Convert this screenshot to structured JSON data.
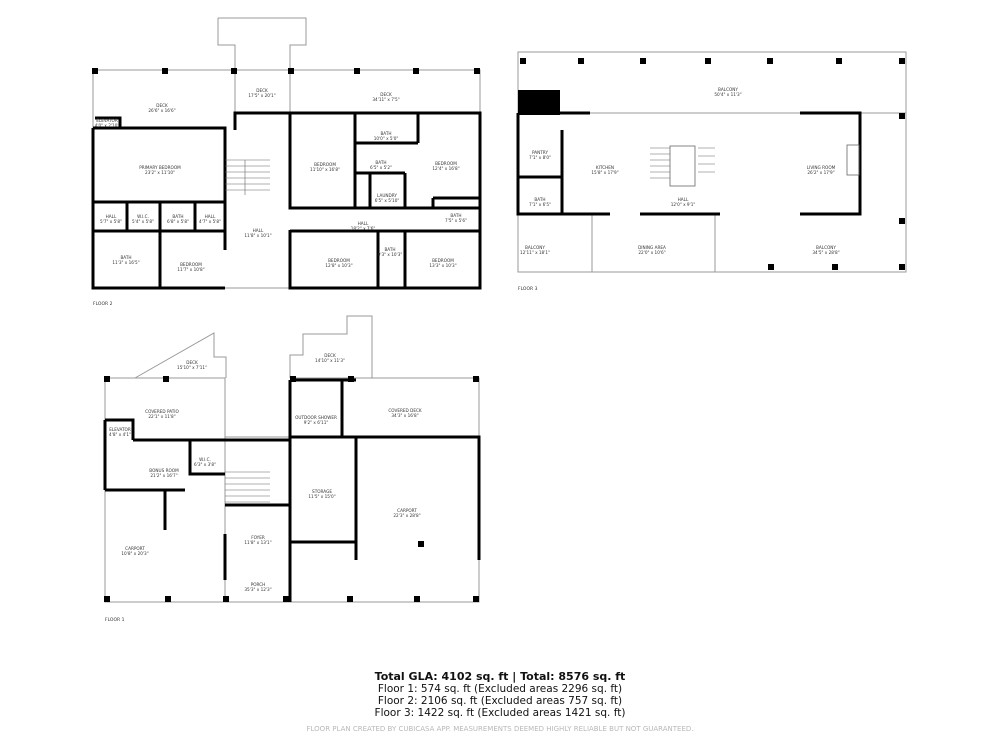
{
  "floors": {
    "floor2": {
      "label": "FLOOR 2",
      "rooms": [
        {
          "name": "DECK",
          "dim": "26'6\" x 16'6\""
        },
        {
          "name": "DECK",
          "dim": "17'5\" x 20'1\""
        },
        {
          "name": "DECK",
          "dim": "34'11\" x 7'5\""
        },
        {
          "name": "ELEVATOR",
          "dim": "4'0\" x 2'10\""
        },
        {
          "name": "PRIMARY BEDROOM",
          "dim": "23'2\" x 11'10\""
        },
        {
          "name": "HALL",
          "dim": "5'7\" x 5'8\""
        },
        {
          "name": "W.I.C.",
          "dim": "5'4\" x 5'8\""
        },
        {
          "name": "BATH",
          "dim": "6'8\" x 5'8\""
        },
        {
          "name": "HALL",
          "dim": "4'7\" x 5'8\""
        },
        {
          "name": "HALL",
          "dim": "11'8\" x 10'1\""
        },
        {
          "name": "BATH",
          "dim": "11'3\" x 16'5\""
        },
        {
          "name": "BEDROOM",
          "dim": "11'7\" x 10'8\""
        },
        {
          "name": "BEDROOM",
          "dim": "11'10\" x 16'8\""
        },
        {
          "name": "BATH",
          "dim": "10'0\" x 5'0\""
        },
        {
          "name": "BATH",
          "dim": "6'5\" x 5'2\""
        },
        {
          "name": "LAUNDRY",
          "dim": "6'5\" x 5'10\""
        },
        {
          "name": "BEDROOM",
          "dim": "12'4\" x 16'8\""
        },
        {
          "name": "HALL",
          "dim": "18'2\" x 7'6\""
        },
        {
          "name": "BATH",
          "dim": "7'5\" x 5'6\""
        },
        {
          "name": "BEDROOM",
          "dim": "12'8\" x 10'3\""
        },
        {
          "name": "BATH",
          "dim": "9'3\" x 10'3\""
        },
        {
          "name": "BEDROOM",
          "dim": "13'3\" x 10'3\""
        }
      ]
    },
    "floor3": {
      "label": "FLOOR 3",
      "rooms": [
        {
          "name": "BALCONY",
          "dim": "50'4\" x 11'3\""
        },
        {
          "name": "PANTRY",
          "dim": "7'1\" x 8'0\""
        },
        {
          "name": "KITCHEN",
          "dim": "15'8\" x 17'9\""
        },
        {
          "name": "LIVING ROOM",
          "dim": "26'2\" x 17'9\""
        },
        {
          "name": "BATH",
          "dim": "7'1\" x 6'5\""
        },
        {
          "name": "HALL",
          "dim": "12'0\" x 9'1\""
        },
        {
          "name": "BALCONY",
          "dim": "12'11\" x 18'1\""
        },
        {
          "name": "DINING AREA",
          "dim": "22'0\" x 10'6\""
        },
        {
          "name": "BALCONY",
          "dim": "34'5\" x 28'8\""
        }
      ]
    },
    "floor1": {
      "label": "FLOOR 1",
      "rooms": [
        {
          "name": "DECK",
          "dim": "15'10\" x 7'11\""
        },
        {
          "name": "COVERED PATIO",
          "dim": "22'1\" x 11'8\""
        },
        {
          "name": "ELEVATOR",
          "dim": "4'8\" x 4'1\""
        },
        {
          "name": "W.I.C.",
          "dim": "6'3\" x 3'8\""
        },
        {
          "name": "BONUS ROOM",
          "dim": "21'2\" x 16'7\""
        },
        {
          "name": "CARPORT",
          "dim": "10'8\" x 20'3\""
        },
        {
          "name": "FOYER",
          "dim": "11'8\" x 13'1\""
        },
        {
          "name": "PORCH",
          "dim": "35'3\" x 12'3\""
        },
        {
          "name": "DECK",
          "dim": "14'10\" x 11'3\""
        },
        {
          "name": "OUTDOOR SHOWER",
          "dim": "9'2\" x 6'11\""
        },
        {
          "name": "COVERED DECK",
          "dim": "34'3\" x 16'8\""
        },
        {
          "name": "STORAGE",
          "dim": "11'5\" x 15'0\""
        },
        {
          "name": "CARPORT",
          "dim": "22'3\" x 28'8\""
        }
      ]
    }
  },
  "summary": {
    "total": "Total GLA: 4102 sq. ft | Total: 8576 sq. ft",
    "floor1": "Floor 1: 574 sq. ft (Excluded areas 2296 sq. ft)",
    "floor2": "Floor 2: 2106 sq. ft (Excluded areas 757 sq. ft)",
    "floor3": "Floor 3: 1422 sq. ft (Excluded areas 1421 sq. ft)"
  },
  "disclaimer": "FLOOR PLAN CREATED BY CUBICASA APP. MEASUREMENTS DEEMED HIGHLY RELIABLE BUT NOT GUARANTEED."
}
